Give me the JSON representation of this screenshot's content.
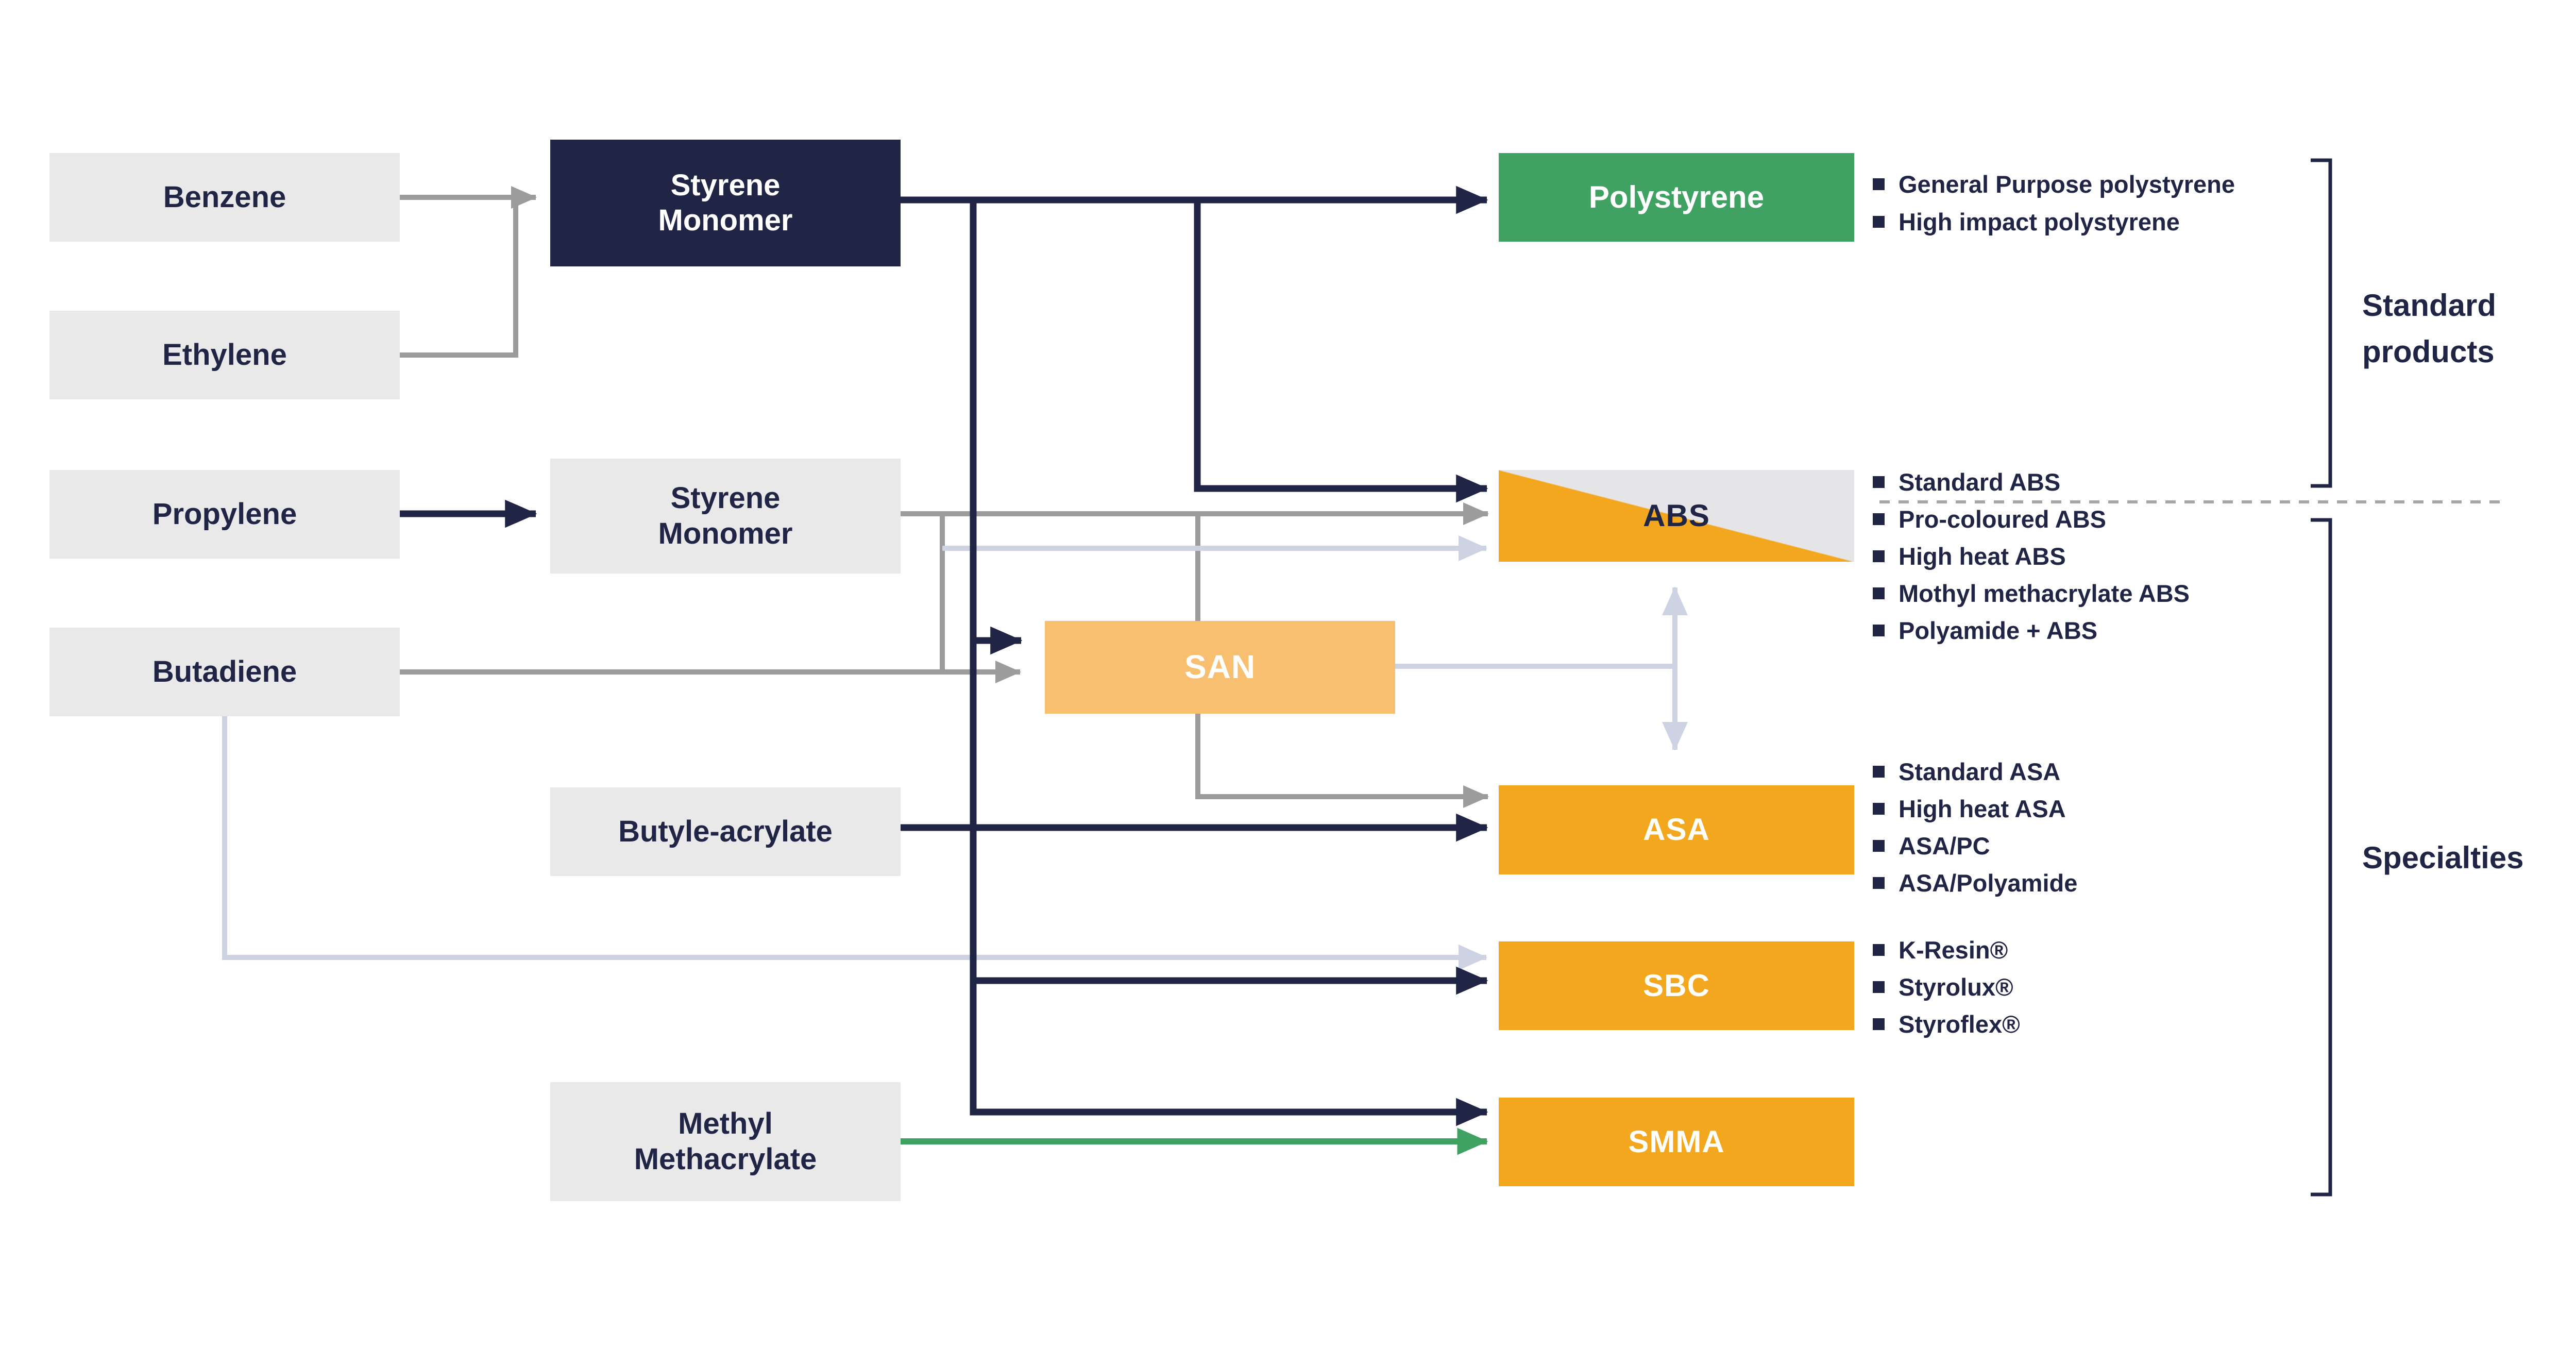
{
  "colors": {
    "navy": "#212545",
    "gray": "#9c9c9c",
    "lavender": "#ced3e4",
    "green": "#3fa263",
    "orange": "#f2a71f",
    "orange_light": "#f9bf70",
    "box_gray": "#e9e9e9",
    "abs_gray": "#e5e5e7",
    "dashed": "#a6a6a6"
  },
  "nodes": {
    "benzene": {
      "label": "Benzene"
    },
    "ethylene": {
      "label": "Ethylene"
    },
    "propylene": {
      "label": "Propylene"
    },
    "butadiene": {
      "label": "Butadiene"
    },
    "styrene_monomer_primary": {
      "label": "Styrene Monomer"
    },
    "styrene_monomer_secondary": {
      "label": "Styrene Monomer"
    },
    "butyle_acrylate": {
      "label": "Butyle-acrylate"
    },
    "methyl_methacrylate": {
      "label": "Methyl Methacrylate"
    },
    "san": {
      "label": "SAN"
    },
    "polystyrene": {
      "label": "Polystyrene"
    },
    "abs": {
      "label": "ABS"
    },
    "asa": {
      "label": "ASA"
    },
    "sbc": {
      "label": "SBC"
    },
    "smma": {
      "label": "SMMA"
    }
  },
  "lists": {
    "polystyrene": [
      "General Purpose polystyrene",
      "High impact polystyrene"
    ],
    "abs": [
      "Standard ABS",
      "Pro-coloured ABS",
      "High heat ABS",
      "Mothyl methacrylate ABS",
      "Polyamide + ABS"
    ],
    "asa": [
      "Standard ASA",
      "High heat ASA",
      "ASA/PC",
      "ASA/Polyamide"
    ],
    "sbc": [
      "K-Resin®",
      "Styrolux®",
      "Styroflex®"
    ]
  },
  "groups": {
    "standard": {
      "label": "Standard products"
    },
    "specialties": {
      "label": "Specialties"
    }
  }
}
